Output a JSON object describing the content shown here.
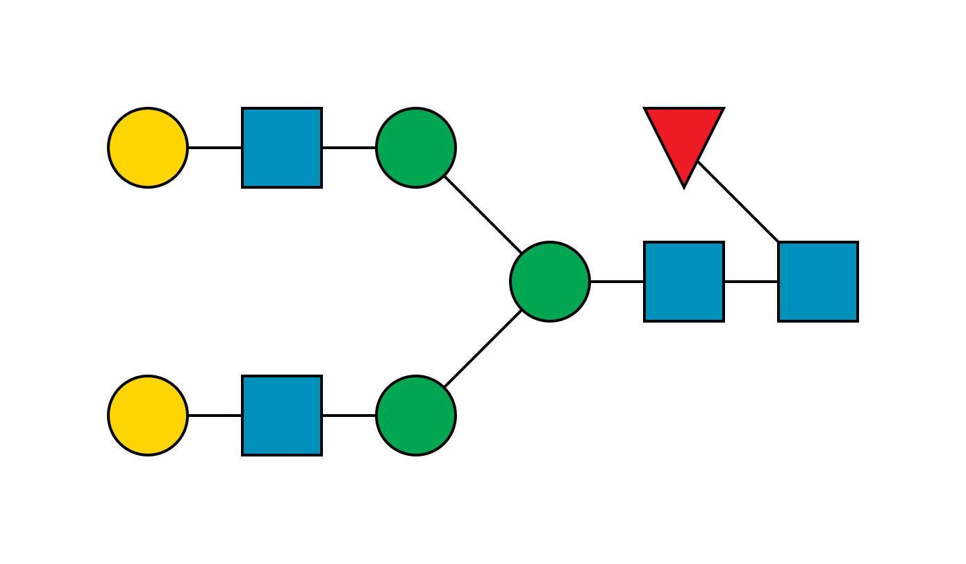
{
  "colors": {
    "background": "#ffffff",
    "outline": "#000000",
    "galactose": "#FED500",
    "glcnac": "#0090BC",
    "mannose": "#00A651",
    "fucose": "#ED1C24"
  },
  "residues": [
    {
      "id": "gal-upper",
      "type": "galactose",
      "shape": "circle",
      "color_key": "galactose"
    },
    {
      "id": "glcnac-upper",
      "type": "glcnac",
      "shape": "square",
      "color_key": "glcnac"
    },
    {
      "id": "man-upper",
      "type": "mannose",
      "shape": "circle",
      "color_key": "mannose"
    },
    {
      "id": "gal-lower",
      "type": "galactose",
      "shape": "circle",
      "color_key": "galactose"
    },
    {
      "id": "glcnac-lower",
      "type": "glcnac",
      "shape": "square",
      "color_key": "glcnac"
    },
    {
      "id": "man-lower",
      "type": "mannose",
      "shape": "circle",
      "color_key": "mannose"
    },
    {
      "id": "man-core",
      "type": "mannose",
      "shape": "circle",
      "color_key": "mannose"
    },
    {
      "id": "glcnac-core-1",
      "type": "glcnac",
      "shape": "square",
      "color_key": "glcnac"
    },
    {
      "id": "glcnac-core-2",
      "type": "glcnac",
      "shape": "square",
      "color_key": "glcnac"
    },
    {
      "id": "fucose",
      "type": "fucose",
      "shape": "triangle",
      "color_key": "fucose"
    }
  ],
  "links": [
    [
      "gal-upper",
      "glcnac-upper"
    ],
    [
      "glcnac-upper",
      "man-upper"
    ],
    [
      "man-upper",
      "man-core"
    ],
    [
      "gal-lower",
      "glcnac-lower"
    ],
    [
      "glcnac-lower",
      "man-lower"
    ],
    [
      "man-lower",
      "man-core"
    ],
    [
      "man-core",
      "glcnac-core-1"
    ],
    [
      "glcnac-core-1",
      "glcnac-core-2"
    ],
    [
      "glcnac-core-2",
      "fucose"
    ]
  ]
}
